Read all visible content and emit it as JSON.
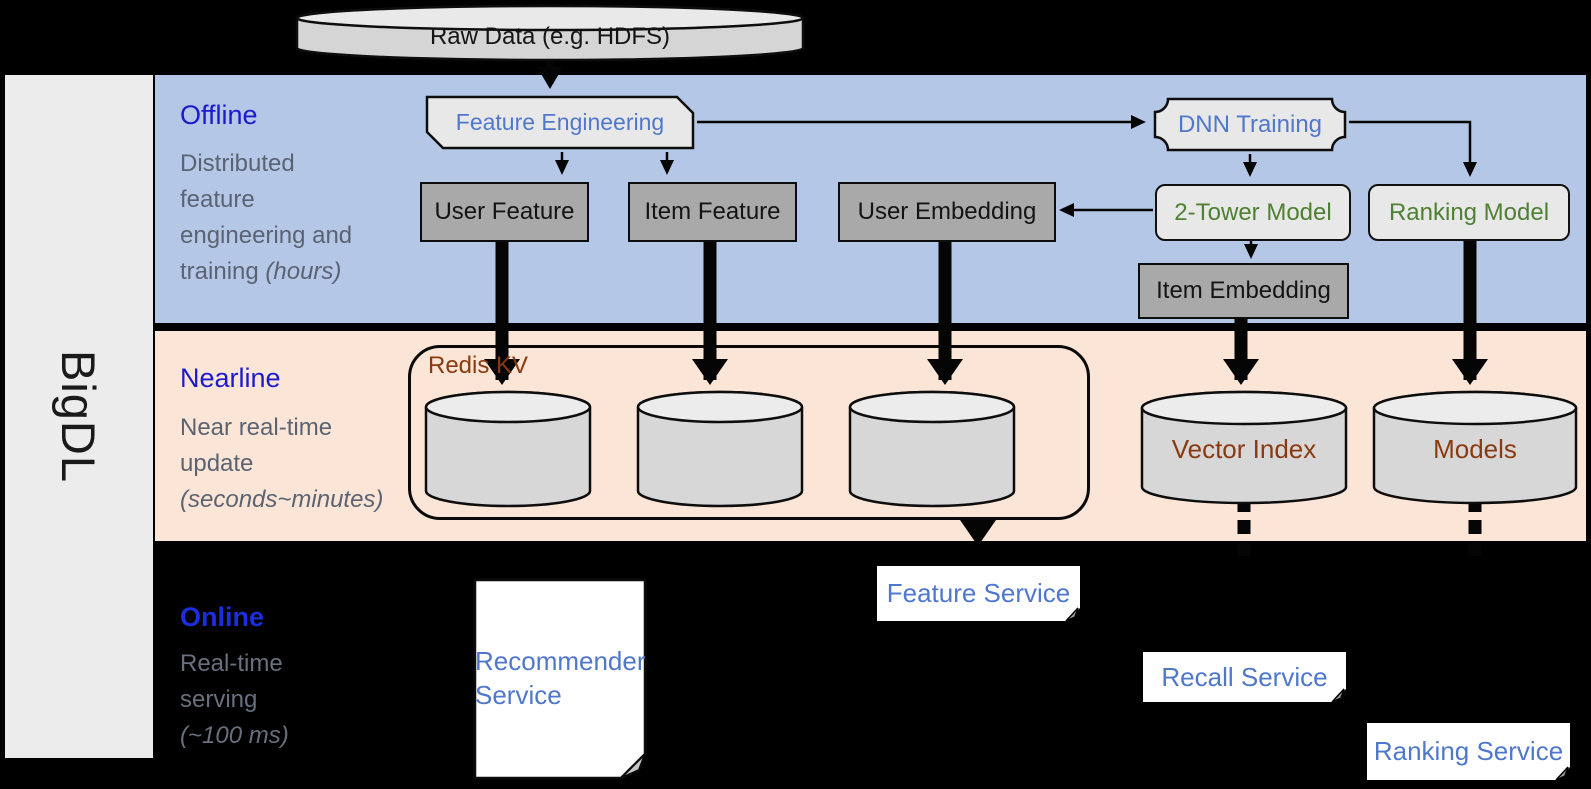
{
  "sidebar": {
    "label": "BigDL"
  },
  "source": {
    "label": "Raw Data (e.g. HDFS)"
  },
  "lanes": {
    "offline": {
      "title": "Offline",
      "desc": "Distributed feature engineering and training",
      "desc_italic": "(hours)"
    },
    "nearline": {
      "title": "Nearline",
      "desc": "Near real-time update",
      "desc_italic": "(seconds~minutes)"
    },
    "online": {
      "title": "Online",
      "desc": "Real-time serving",
      "desc_italic": "(~100 ms)"
    }
  },
  "offline_nodes": {
    "feature_engineering": "Feature Engineering",
    "dnn_training": "DNN Training",
    "user_feature": "User Feature",
    "item_feature": "Item Feature",
    "user_embedding": "User Embedding",
    "two_tower_model": "2-Tower Model",
    "ranking_model": "Ranking Model",
    "item_embedding": "Item Embedding"
  },
  "nearline_nodes": {
    "redis_kv": "Redis KV",
    "vector_index": "Vector Index",
    "models": "Models"
  },
  "online_nodes": {
    "recommender_service": "Recommender Service",
    "feature_service": "Feature Service",
    "recall_service": "Recall Service",
    "ranking_service": "Ranking Service"
  },
  "colors": {
    "background": "#000000",
    "offline_band": "#b4c7e7",
    "nearline_band": "#fbe5d6",
    "sidebar": "#ececec",
    "lane_title_blue": "#1b1bcd",
    "lane_desc_gray": "#5b6373",
    "node_blue_text": "#4f78cc",
    "node_green_text": "#4e8032",
    "node_brown_text": "#8a3a10",
    "gray_box_fill": "#a9a9a9",
    "light_shape_fill": "#e9e8e8",
    "cylinder_body": "#d7d7d7"
  }
}
